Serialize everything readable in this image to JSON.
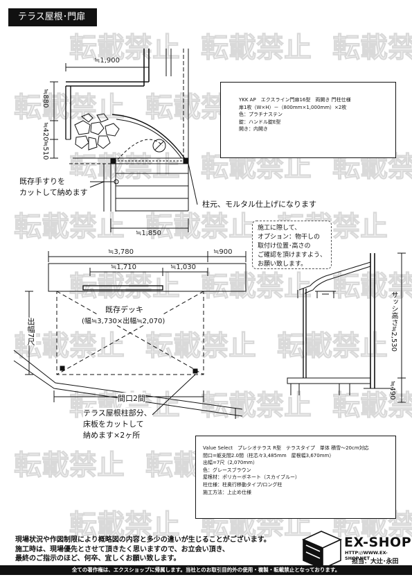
{
  "section_title": "テラス屋根･門扉",
  "watermark_text": "転載禁止",
  "gate_plan": {
    "dim_top": "≒1,900",
    "dim_880": "≒880",
    "dim_420": "≒420",
    "dim_510": "≒510",
    "dim_bottom": "≒1,850",
    "callout_handrail": [
      "既存手すりを",
      "カットして納めます"
    ],
    "callout_post": "柱元、モルタル仕上げになります"
  },
  "gate_spec": {
    "lines": [
      "YKK AP　エクスライン門扉16型　両開き 門柱仕様",
      "扉1枚（W×H）－（800mm×1,000mm）×2枚",
      "色：プラチナステン",
      "錠：ハンドル錠E型",
      "開き：内開き"
    ]
  },
  "construction_note": {
    "lines": [
      "施工に際して、",
      "オプション：物干しの",
      "取付け位置･高さの",
      "ご確認を頂けますよう、",
      "お願い致します。"
    ]
  },
  "terrace_plan": {
    "dim_total": "≒3,780",
    "dim_900": "≒900",
    "dim_1710": "≒1,710",
    "dim_1030": "≒1,030",
    "deck_label": "既存デッキ",
    "deck_size": "(幅≒3,730×出幅≒2,070)",
    "depth_label": "出幅7尺",
    "width_label": "間口2間",
    "callout_cut": [
      "テラス屋根柱部分、",
      "床板をカットして",
      "納めます×2ヶ所"
    ]
  },
  "terrace_elevation": {
    "sash_height": "サッシ高さ≒2,530",
    "dim_490": "≒490"
  },
  "terrace_spec": {
    "lines": [
      "Value Select　プレシオテラス R型　テラスタイプ　単体 積雪～20cm対応",
      "間口=躯支間2.0間（柱芯々3,485mm　屋根幅3,670mm）",
      "出幅=7尺（2,070mm）",
      "色：グレースブラウン",
      "屋根材：ポリカーボネート（スカイブルー）",
      "柱仕様：柱奥行移動タイプ/ロング柱",
      "施工方法：上止め仕様"
    ]
  },
  "disclaimer": {
    "lines": [
      "現場状況や作図制限により概略図の内容と多少の違いが生じることがございます。",
      "施工時は、現場優先とさせて頂きたく思いますので、お立会い頂き、",
      "最終のご指示のほど、何卒、宜しくお願い致します。"
    ]
  },
  "logo": {
    "name": "EX-SHOP",
    "url": "HTTP://WWW.EX-SHOP.NET",
    "staff": "担当：大辻･永田"
  },
  "footer": "全ての著作権は、エクスショップに帰属します。当社とのお取引目的外の使用・複製・転載禁止となっております。"
}
